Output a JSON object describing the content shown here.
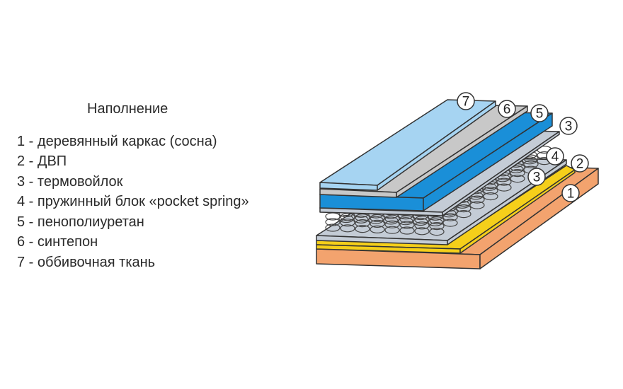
{
  "legend": {
    "title": "Наполнение",
    "items": [
      "1 - деревянный каркас (сосна)",
      "2 - ДВП",
      "3 - термовойлок",
      "4 - пружинный блок «pocket spring»",
      "5 - пенополиуретан",
      "6 - синтепон",
      "7 - оббивочная ткань"
    ]
  },
  "diagram": {
    "callouts": [
      "7",
      "6",
      "5",
      "3",
      "4",
      "2",
      "3",
      "1"
    ],
    "colors": {
      "frame": "#f3a36e",
      "fiberboard": "#f5cf1a",
      "felt": "#c4ccd6",
      "foam": "#1a8fd8",
      "sintepon": "#c8c8c8",
      "fabric": "#a6d4f2"
    }
  }
}
